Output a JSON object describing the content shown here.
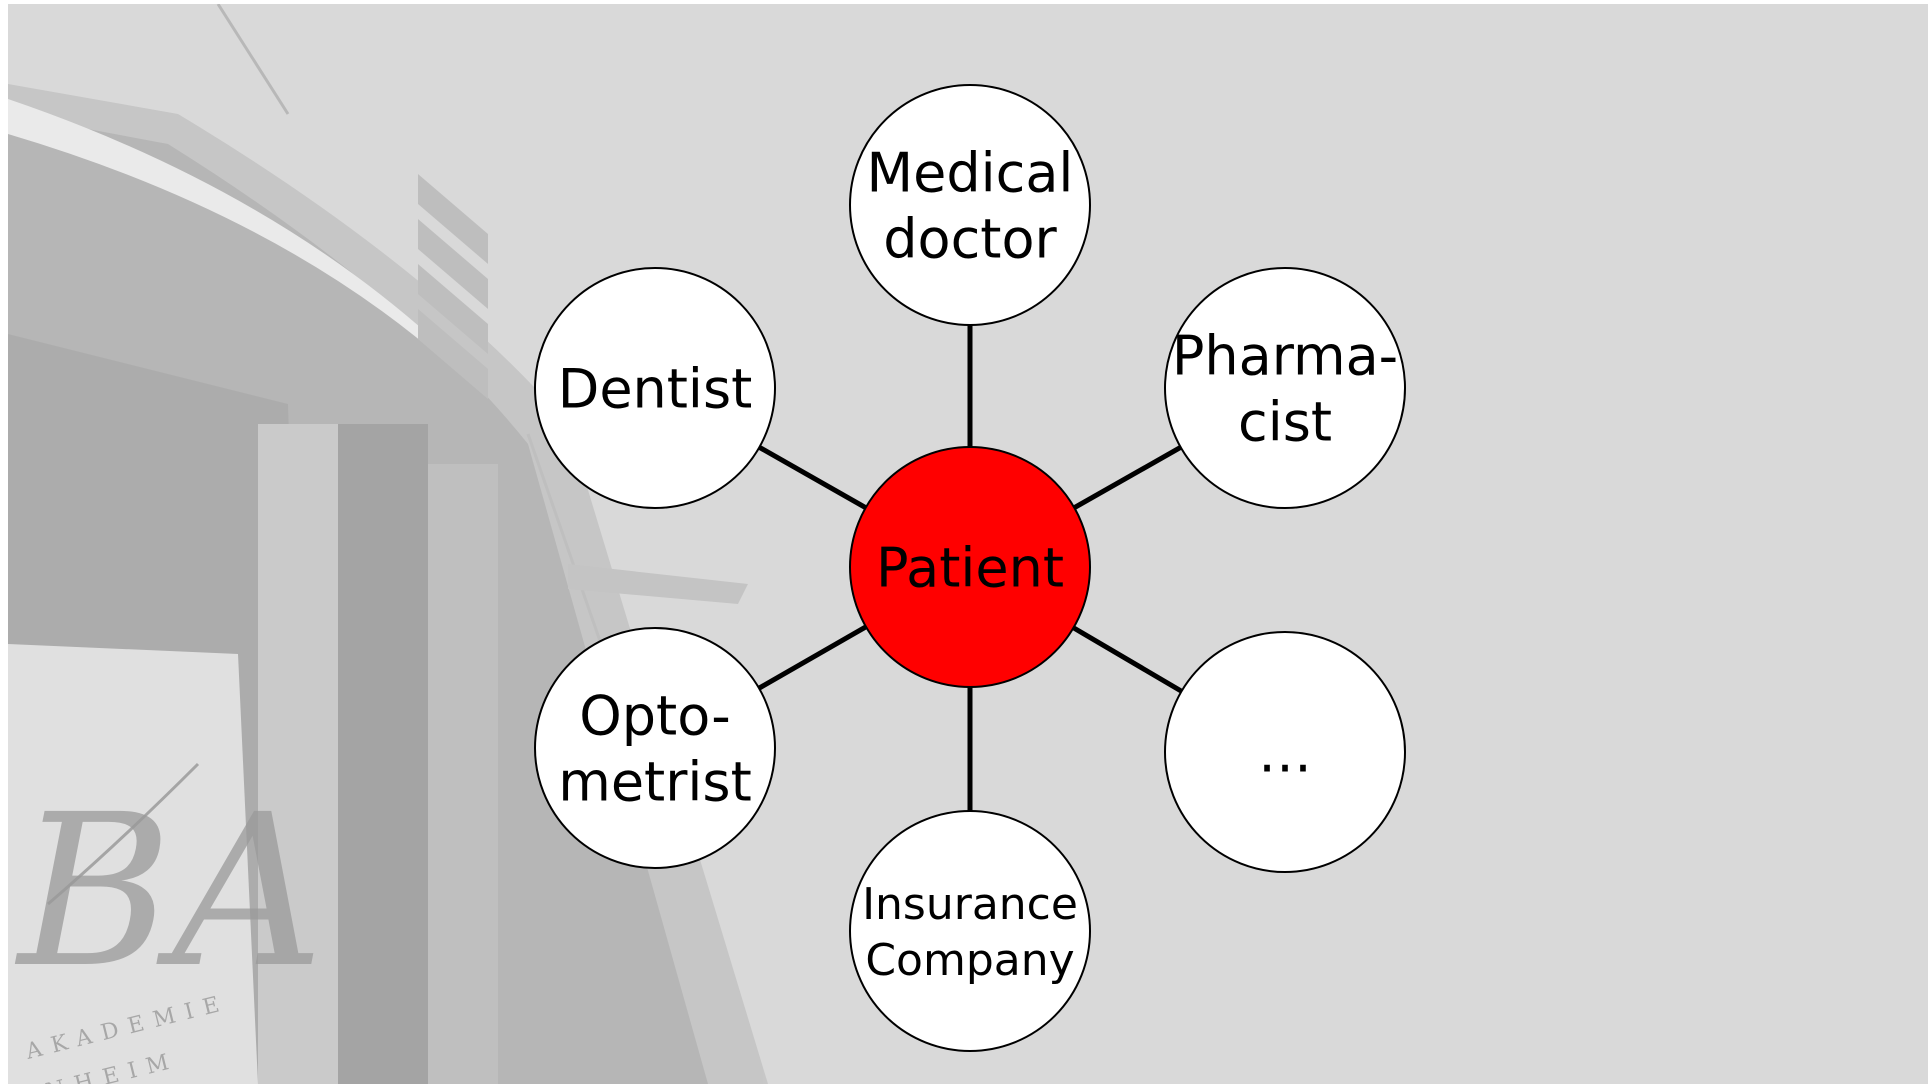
{
  "diagram": {
    "center": {
      "label": "Patient",
      "fill": "#ff0000"
    },
    "nodes": [
      {
        "id": "medical-doctor",
        "lines": [
          "Medical",
          "doctor"
        ]
      },
      {
        "id": "pharmacist",
        "lines": [
          "Pharma-",
          "cist"
        ]
      },
      {
        "id": "ellipsis",
        "lines": [
          "…"
        ]
      },
      {
        "id": "insurance-company",
        "lines": [
          "Insurance",
          "Company"
        ]
      },
      {
        "id": "optometrist",
        "lines": [
          "Opto-",
          "metrist"
        ]
      },
      {
        "id": "dentist",
        "lines": [
          "Dentist"
        ]
      }
    ],
    "node_fill": "#ffffff",
    "stroke_color": "#000000"
  },
  "background": {
    "watermark_text": [
      "AKADEMIE",
      "NHEIM"
    ],
    "logo_text": "BA"
  }
}
